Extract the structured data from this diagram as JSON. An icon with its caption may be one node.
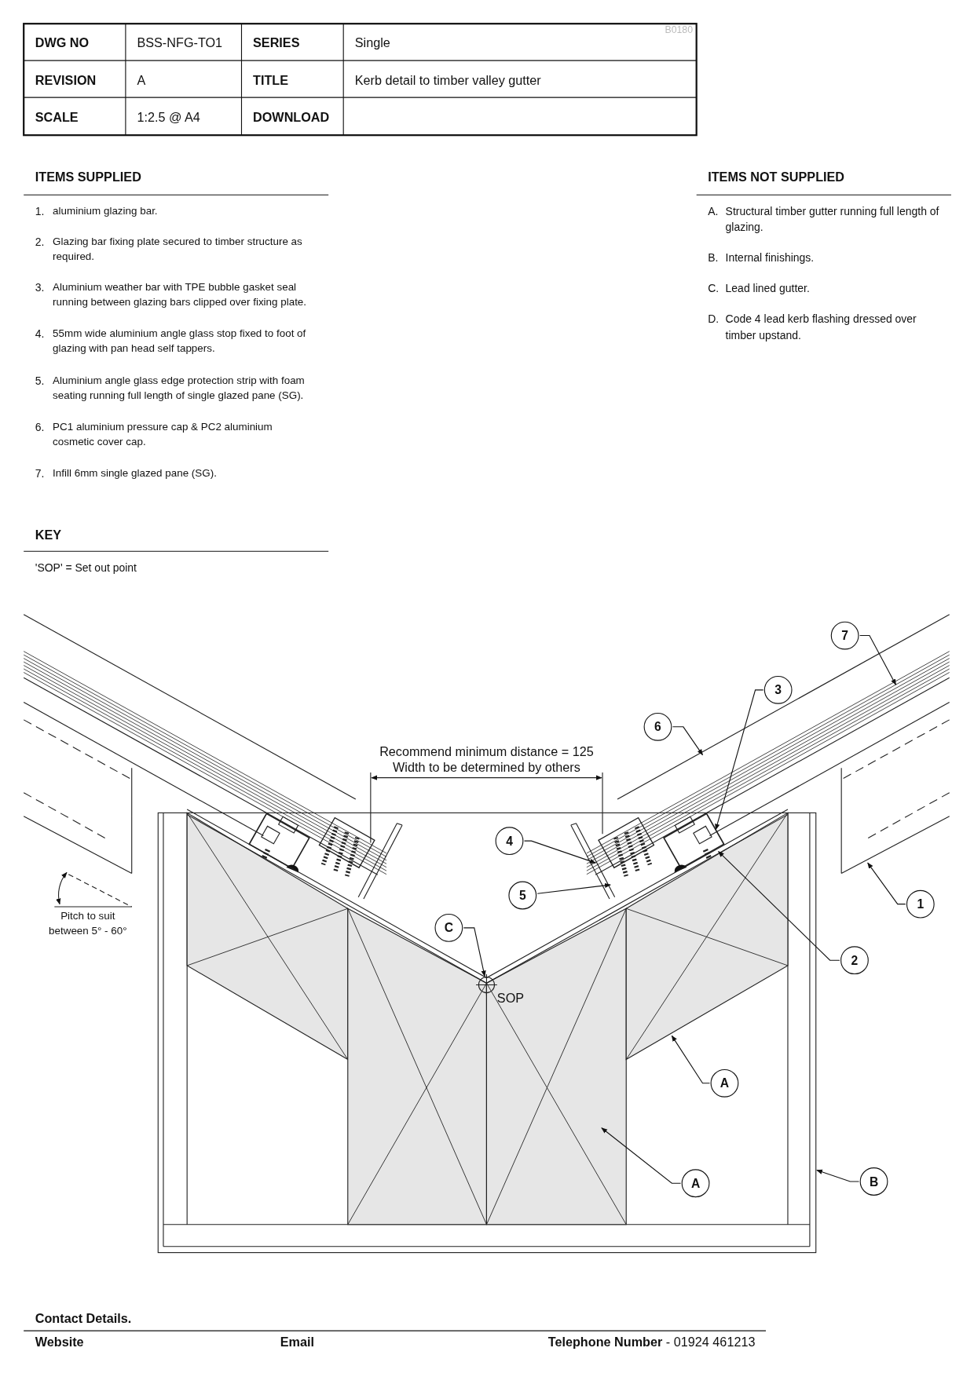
{
  "diagram": {
    "nodes": [
      {
        "text": [
          "7"
        ]
      },
      {
        "text": [
          "3"
        ]
      },
      {
        "text": [
          "6"
        ]
      },
      {
        "text": [
          "4"
        ]
      },
      {
        "text": [
          "5"
        ]
      },
      {
        "text": [
          "C"
        ]
      },
      {
        "text": [
          "1"
        ]
      },
      {
        "text": [
          "2"
        ]
      },
      {
        "text": [
          "A"
        ]
      },
      {
        "text": [
          "A"
        ]
      },
      {
        "text": [
          "B"
        ]
      },
      {
        "text": [],
        "shape": "circle"
      }
    ],
    "edges": [
      {
        "from": 0,
        "to": null,
        "arrow": "to"
      },
      {
        "from": 1,
        "to": null,
        "arrow": "to"
      },
      {
        "from": 2,
        "to": null,
        "arrow": "to"
      },
      {
        "from": 3,
        "to": null,
        "arrow": "to"
      },
      {
        "from": 4,
        "to": null,
        "arrow": "to"
      },
      {
        "from": 5,
        "to": 11,
        "arrow": "to"
      },
      {
        "from": 6,
        "to": null,
        "arrow": "to"
      },
      {
        "from": 7,
        "to": null,
        "arrow": "to"
      },
      {
        "from": 8,
        "to": null,
        "arrow": "to"
      },
      {
        "from": 9,
        "to": null,
        "arrow": "to"
      },
      {
        "from": 10,
        "to": null,
        "arrow": "to"
      }
    ],
    "labels": [
      "B0180",
      "DWG NO",
      "BSS-NFG-TO1",
      "SERIES",
      "Single",
      "REVISION",
      "A",
      "TITLE",
      "Kerb detail to timber valley gutter",
      "SCALE",
      "1:2.5 @ A4",
      "DOWNLOAD",
      "ITEMS SUPPLIED",
      "1.",
      "aluminium glazing bar.",
      "2.",
      "Glazing bar fixing plate secured to timber structure as required.",
      "3.",
      "Aluminium weather bar with TPE bubble gasket seal running between glazing bars clipped over fixing plate.",
      "4.",
      "55mm wide aluminium angle glass stop fixed to foot of glazing with pan head self tappers.",
      "5.",
      "Aluminium angle glass edge protection strip with foam seating running full length of single glazed pane (SG).",
      "6.",
      "PC1 aluminium pressure cap & PC2 aluminium cosmetic cover cap.",
      "7.",
      "Infill 6mm single glazed pane (SG).",
      "ITEMS NOT SUPPLIED",
      "A.",
      "Structural timber gutter running full length of glazing.",
      "B.",
      "Internal finishings.",
      "C.",
      "Lead lined gutter.",
      "D.",
      "Code 4 lead kerb flashing dressed over timber upstand.",
      "KEY",
      "'SOP' = Set out point",
      "Recommend minimum distance = 125",
      "Width to be determined by others",
      "SOP",
      "Pitch to suit between 5° - 60°",
      "Contact Details.",
      "Website",
      "Email",
      "**Telephone Number** - 01924 461213"
    ]
  }
}
